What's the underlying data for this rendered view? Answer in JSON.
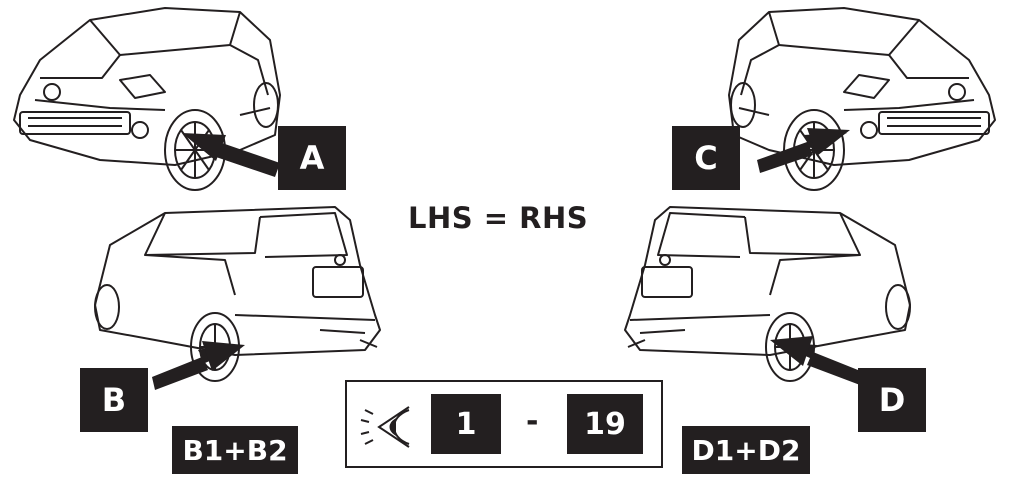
{
  "caption": "LHS = RHS",
  "labels": {
    "a": "A",
    "b": "B",
    "c": "C",
    "d": "D",
    "b_combo": "B1+B2",
    "d_combo": "D1+D2"
  },
  "range": {
    "start": "1",
    "separator": "-",
    "end": "19"
  },
  "icons": {
    "eye": "eye-icon",
    "arrow": "arrow-icon"
  },
  "colors": {
    "label_bg": "#231f20",
    "label_text": "#ffffff",
    "line": "#231f20"
  }
}
